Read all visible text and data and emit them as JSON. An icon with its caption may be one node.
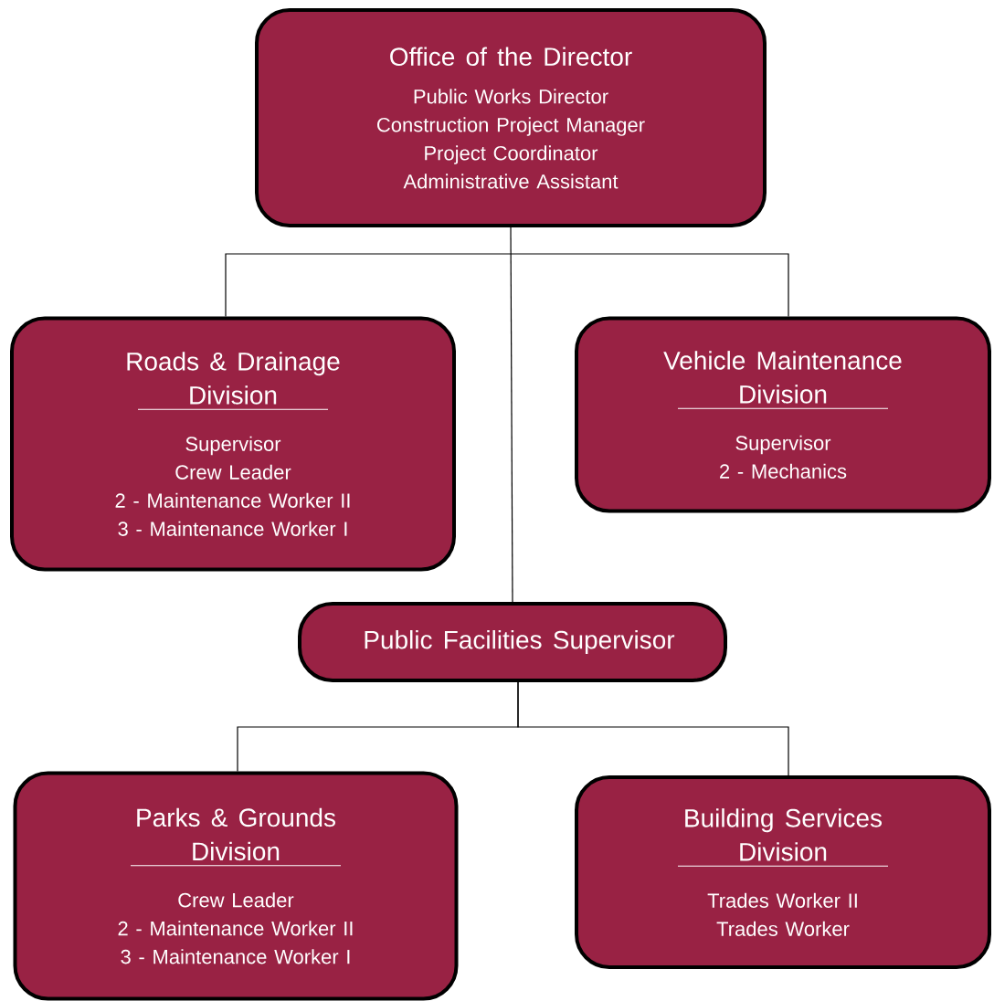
{
  "diagram": {
    "nodes": [
      {
        "text": [
          "Office of the Director",
          "Public Works Director",
          "Construction Project Manager",
          "Project Coordinator",
          "Administrative Assistant"
        ]
      },
      {
        "text": [
          "Roads & Drainage Division",
          "Supervisor",
          "Crew Leader",
          "2 - Maintenance Worker II",
          "3 - Maintenance Worker I"
        ]
      },
      {
        "text": [
          "Vehicle Maintenance Division",
          "Supervisor",
          "2 - Mechanics"
        ]
      },
      {
        "text": [
          "Public Facilities Supervisor"
        ]
      },
      {
        "text": [
          "Parks & Grounds Division",
          "Crew Leader",
          "2 - Maintenance Worker II",
          "3 - Maintenance Worker I"
        ]
      },
      {
        "text": [
          "Building Services Division",
          "Trades Worker II",
          "Trades Worker"
        ]
      }
    ],
    "edges": [
      {
        "from": 0,
        "to": 1,
        "arrow": "none"
      },
      {
        "from": 0,
        "to": 2,
        "arrow": "none"
      },
      {
        "from": 0,
        "to": 3,
        "arrow": "none"
      },
      {
        "from": 3,
        "to": 4,
        "arrow": "none"
      },
      {
        "from": 3,
        "to": 5,
        "arrow": "none"
      }
    ]
  }
}
